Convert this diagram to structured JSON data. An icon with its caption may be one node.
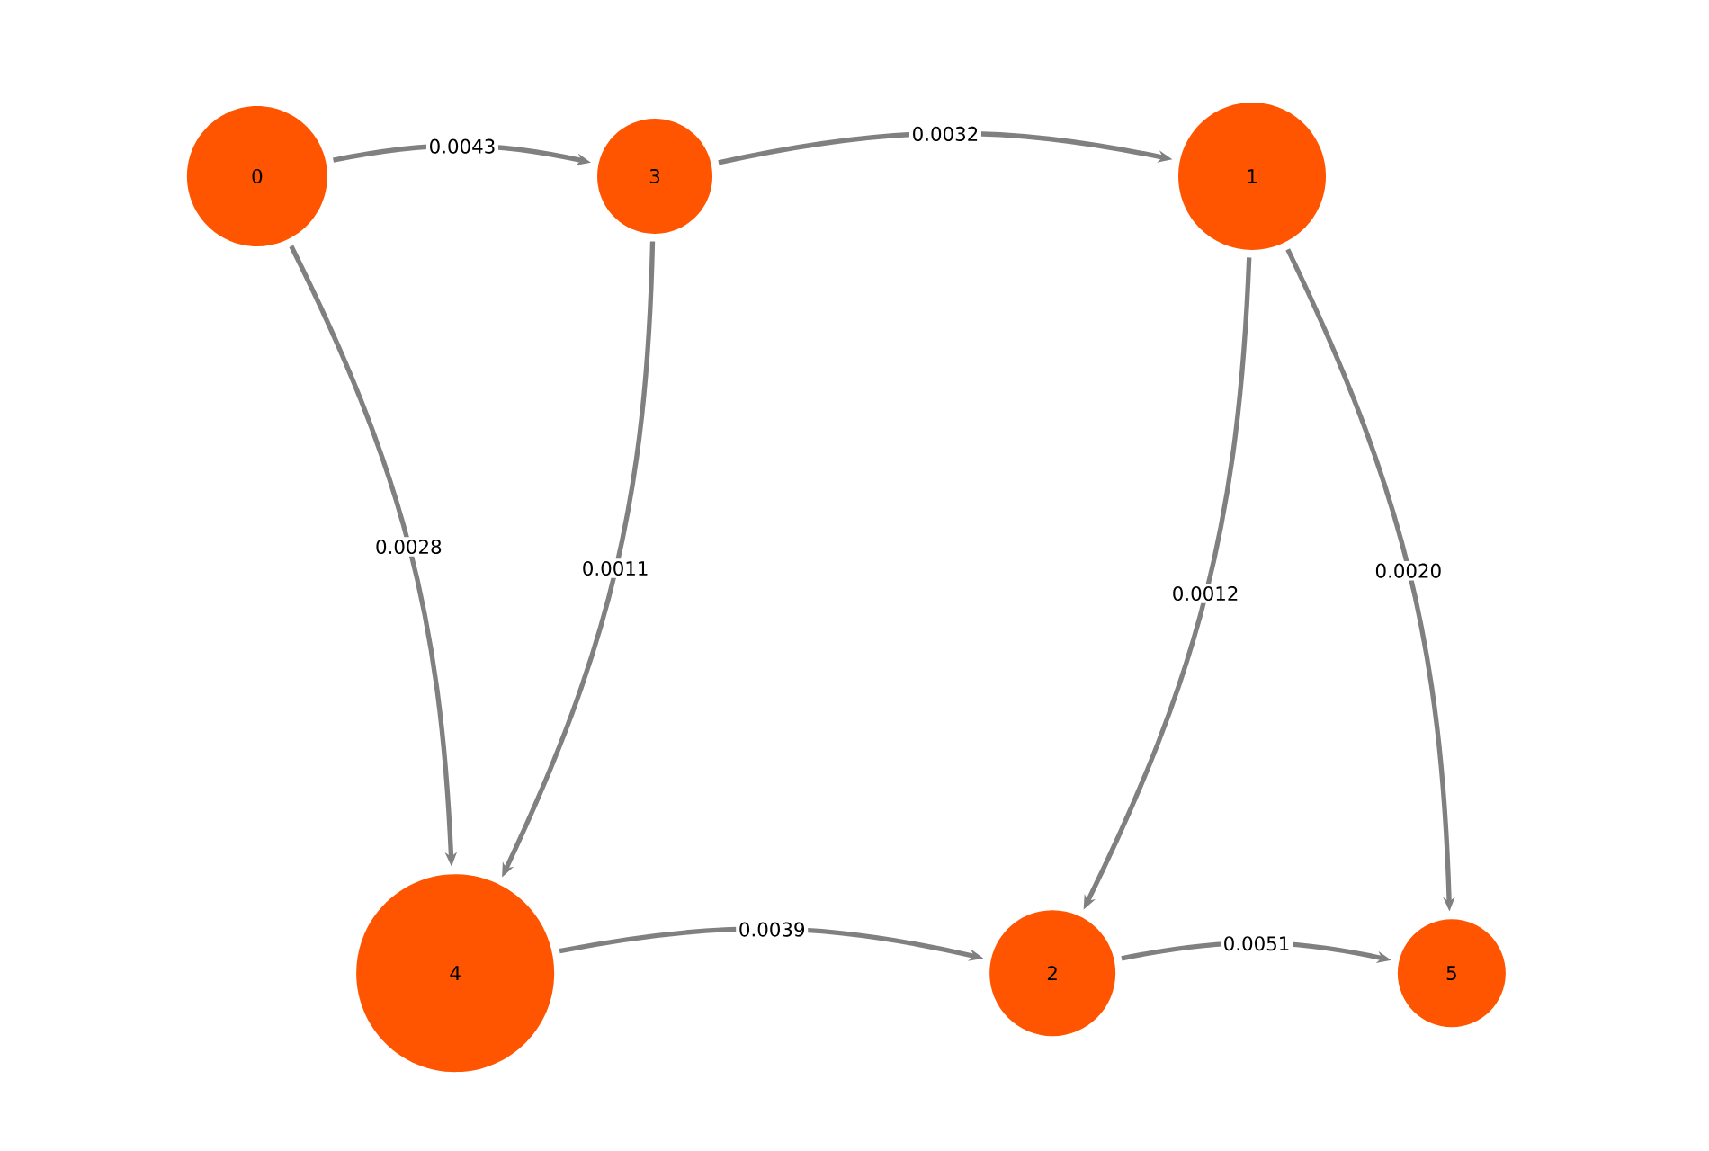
{
  "diagram": {
    "nodes": [
      {
        "text": [
          "0"
        ]
      },
      {
        "text": [
          "1"
        ]
      },
      {
        "text": [
          "2"
        ]
      },
      {
        "text": [
          "3"
        ]
      },
      {
        "text": [
          "4"
        ]
      },
      {
        "text": [
          "5"
        ]
      }
    ],
    "edges": [
      {
        "from": 0,
        "to": 3,
        "arrow": "to",
        "label": "0.0043"
      },
      {
        "from": 3,
        "to": 1,
        "arrow": "to",
        "label": "0.0032"
      },
      {
        "from": 0,
        "to": 4,
        "arrow": "to",
        "label": "0.0028"
      },
      {
        "from": 3,
        "to": 4,
        "arrow": "to",
        "label": "0.0011"
      },
      {
        "from": 1,
        "to": 2,
        "arrow": "to",
        "label": "0.0012"
      },
      {
        "from": 1,
        "to": 5,
        "arrow": "to",
        "label": "0.0020"
      },
      {
        "from": 4,
        "to": 2,
        "arrow": "to",
        "label": "0.0039"
      },
      {
        "from": 2,
        "to": 5,
        "arrow": "to",
        "label": "0.0051"
      }
    ]
  }
}
